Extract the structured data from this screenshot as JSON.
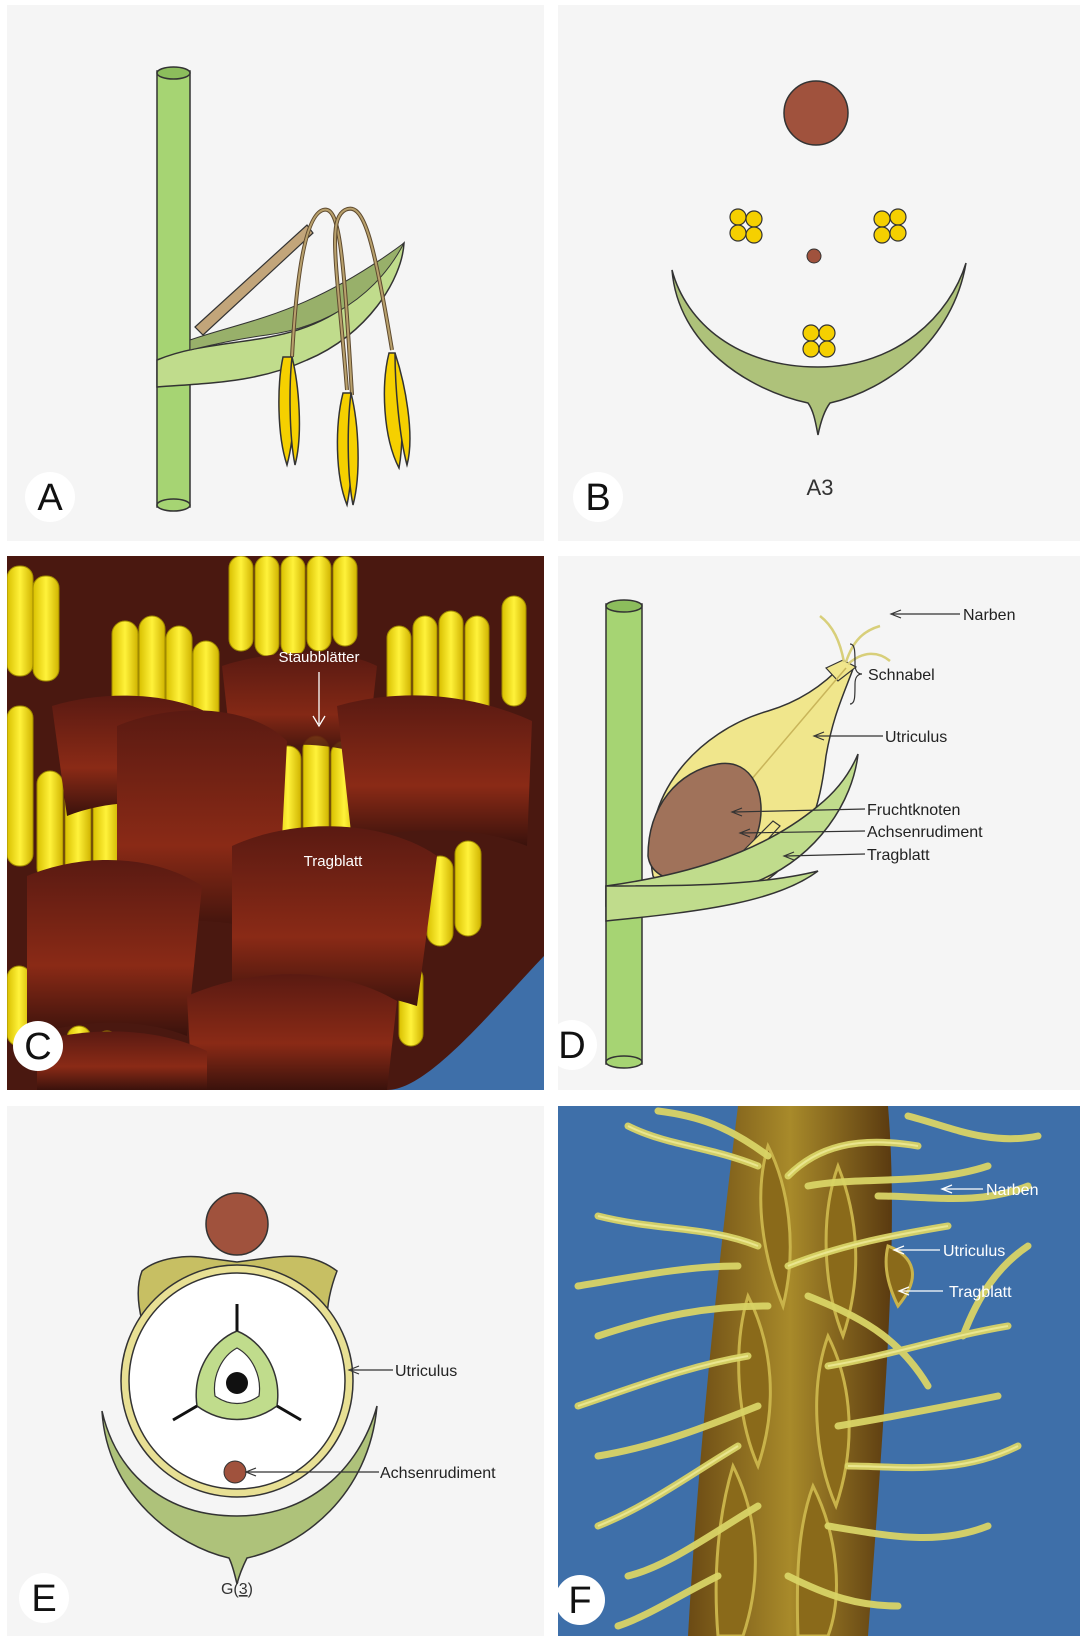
{
  "panels": {
    "a": {
      "letter": "A"
    },
    "b": {
      "letter": "B",
      "formula": "A3"
    },
    "c": {
      "letter": "C",
      "label_stamens": "Staubblätter",
      "label_bract": "Tragblatt"
    },
    "d": {
      "letter": "D",
      "labels": {
        "narben": "Narben",
        "schnabel": "Schnabel",
        "utriculus": "Utriculus",
        "fruchtknoten": "Fruchtknoten",
        "achsenrudiment": "Achsenrudiment",
        "tragblatt": "Tragblatt"
      }
    },
    "e": {
      "letter": "E",
      "label_utriculus": "Utriculus",
      "label_axis": "Achsenrudiment",
      "formula_prefix": "G(",
      "formula_num": "3",
      "formula_suffix": ")"
    },
    "f": {
      "letter": "F",
      "label_narben": "Narben",
      "label_utriculus": "Utriculus",
      "label_tragblatt": "Tragblatt"
    }
  },
  "colors": {
    "stem": "#a6d473",
    "stem_dark": "#8cbd5c",
    "bract": "#c0dc8c",
    "bract_dark": "#98b06a",
    "anther": "#f5d000",
    "filament": "#8a7a55",
    "axis": "#a0523d",
    "utriculus": "#f0e68c",
    "ovary": "#a0725a",
    "sky": "#3e6fa9"
  }
}
